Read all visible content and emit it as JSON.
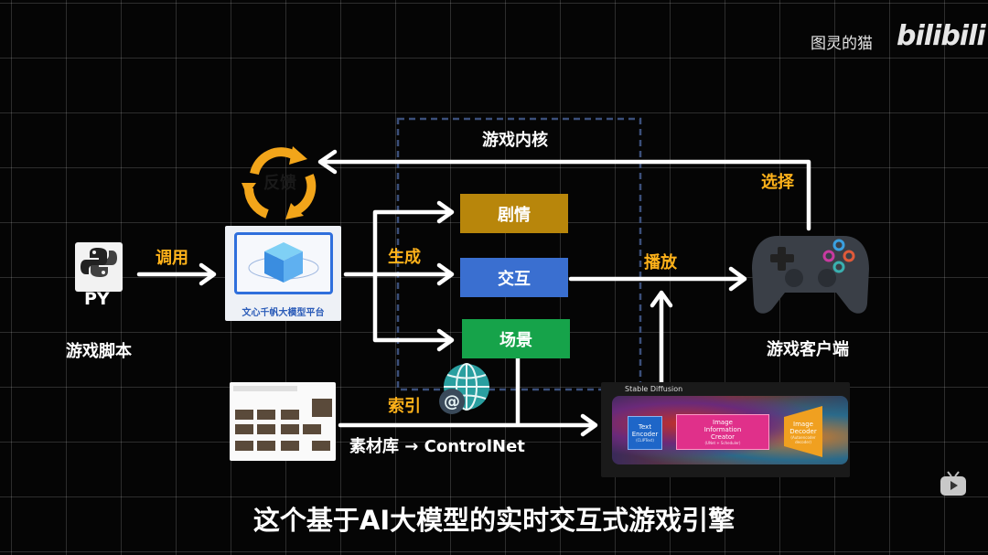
{
  "watermark": {
    "channel": "图灵的猫",
    "site_logo": "bilibili"
  },
  "nodes": {
    "python": {
      "label": "PY",
      "caption": "游戏脚本"
    },
    "feedback": {
      "label": "反馈"
    },
    "platform": {
      "caption": "文心千帆大模型平台"
    },
    "story": {
      "label": "剧情",
      "color": "#b8860b"
    },
    "interaction": {
      "label": "交互",
      "color": "#3a6fd0"
    },
    "scene": {
      "label": "场景",
      "color": "#16a34a"
    },
    "client": {
      "caption": "游戏客户端"
    }
  },
  "edges": {
    "call": "调用",
    "generate": "生成",
    "play": "播放",
    "select": "选择",
    "index": "索引",
    "core": "游戏内核",
    "library": "素材库 → ControlNet"
  },
  "stable_diffusion": {
    "title": "Stable Diffusion",
    "encoder": {
      "line1": "Text",
      "line2": "Encoder",
      "note": "(CLIPText)"
    },
    "creator": {
      "line1": "Image",
      "line2": "Information",
      "line3": "Creator",
      "note": "(UNet + Scheduler)"
    },
    "decoder": {
      "line1": "Image",
      "line2": "Decoder",
      "note": "(Autoencoder decoder)"
    }
  },
  "subtitle": "这个基于AI大模型的实时交互式游戏引擎",
  "colors": {
    "accent_yellow": "#ffb21a",
    "arrow": "#ffffff",
    "core_box": "#3b4f7a"
  }
}
